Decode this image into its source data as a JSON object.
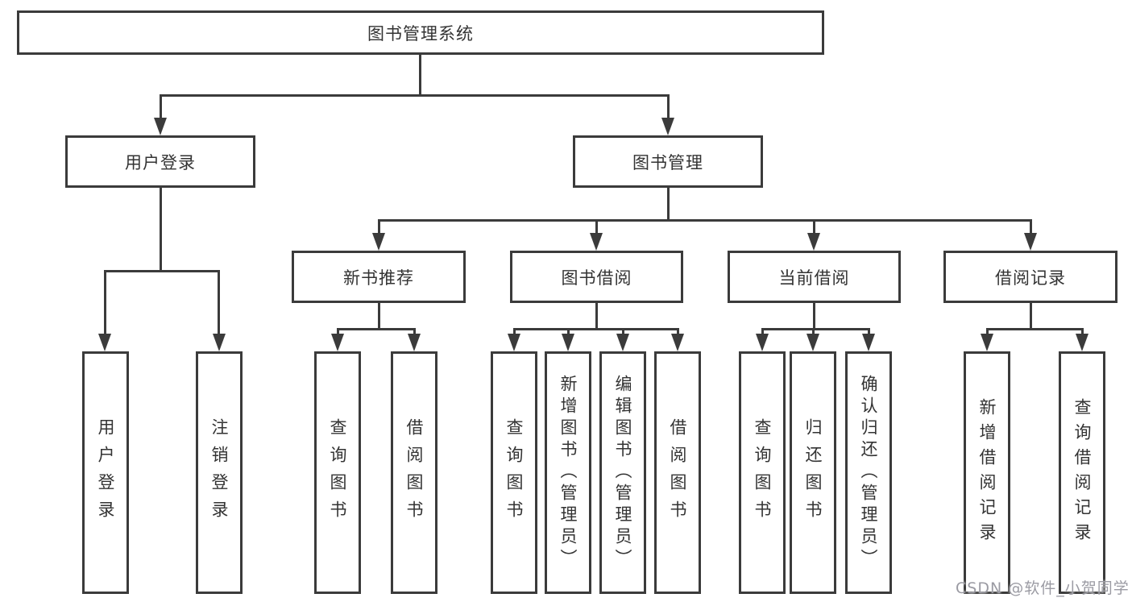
{
  "diagram": {
    "root": "图书管理系统",
    "level2": {
      "user_login": "用户登录",
      "book_management": "图书管理"
    },
    "level3": {
      "new_book_recommend": "新书推荐",
      "book_borrow": "图书借阅",
      "current_borrow": "当前借阅",
      "borrow_records": "借阅记录"
    },
    "leaves": {
      "user_login": "用户登录",
      "logout": "注销登录",
      "rec_query_book": "查询图书",
      "rec_borrow_book": "借阅图书",
      "bb_query_book": "查询图书",
      "bb_add_book": "新增图书（管理员）",
      "bb_edit_book": "编辑图书（管理员）",
      "bb_borrow_book": "借阅图书",
      "cb_query_book": "查询图书",
      "cb_return_book": "归还图书",
      "cb_confirm_return": "确认归还（管理员）",
      "br_add_record": "新增借阅记录",
      "br_query_record": "查询借阅记录"
    },
    "watermark": "CSDN @软件_小贺同学",
    "colors": {
      "line": "#3b3b3b",
      "text": "#333333",
      "box_background": "#ffffff",
      "watermark": "#9b9ba3"
    }
  }
}
